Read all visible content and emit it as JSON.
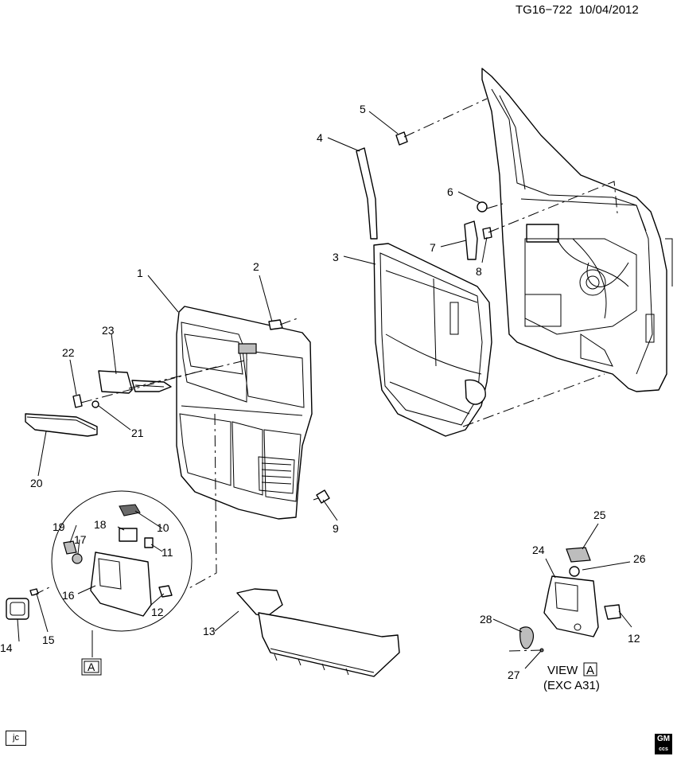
{
  "header": {
    "code": "TG16−722",
    "date": "10/04/2012"
  },
  "callouts": [
    "1",
    "2",
    "3",
    "4",
    "5",
    "6",
    "7",
    "8",
    "9",
    "10",
    "11",
    "12",
    "12",
    "13",
    "14",
    "15",
    "16",
    "17",
    "18",
    "19",
    "20",
    "21",
    "22",
    "23",
    "24",
    "25",
    "26",
    "27",
    "28"
  ],
  "view": {
    "label": "VIEW",
    "letter": "A",
    "note": "(EXC A31)"
  },
  "inset_tag": "A",
  "footer": {
    "artist_tag": "jc",
    "logo_line1": "GM",
    "logo_line2": "ccs"
  },
  "icons": [
    "gm-logo-icon"
  ]
}
